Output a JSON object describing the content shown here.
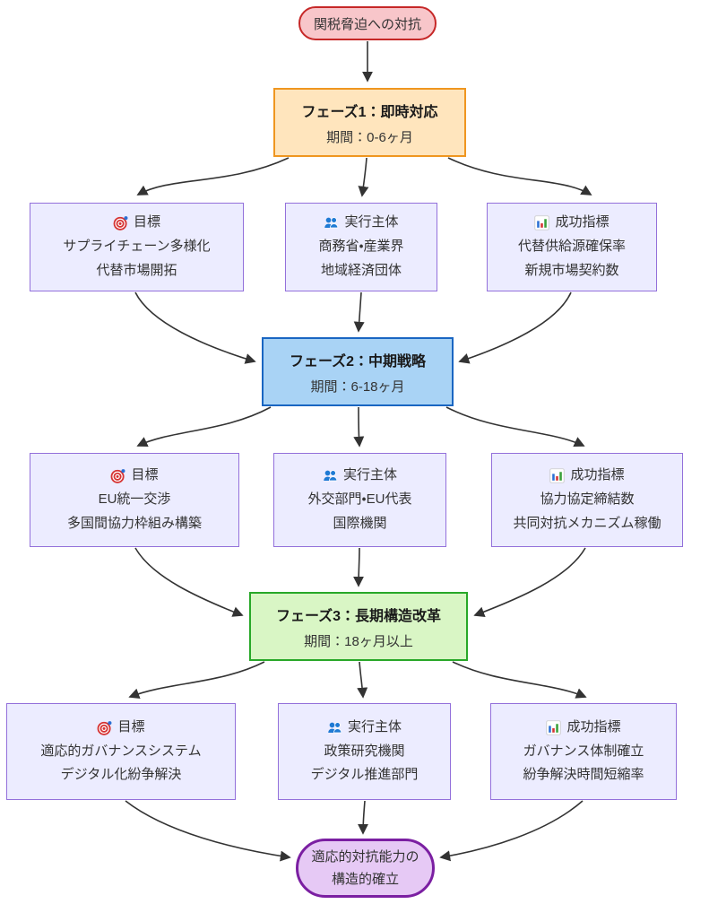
{
  "start_node": {
    "label": "関税脅迫への対抗"
  },
  "phases": [
    {
      "title": "フェーズ1：即時対応",
      "period": "期間：0-6ヶ月",
      "fill": "#ffe5bd",
      "stroke": "#ef9620",
      "goal": {
        "icon": "target-icon",
        "heading": "目標",
        "lines": [
          "サプライチェーン多様化",
          "代替市場開拓"
        ]
      },
      "actor": {
        "icon": "users-icon",
        "heading": "実行主体",
        "lines": [
          "商務省・産業界",
          "地域経済団体"
        ]
      },
      "metric": {
        "icon": "bar-chart-icon",
        "heading": "成功指標",
        "lines": [
          "代替供給源確保率",
          "新規市場契約数"
        ]
      }
    },
    {
      "title": "フェーズ2：中期戦略",
      "period": "期間：6-18ヶ月",
      "fill": "#a9d3f5",
      "stroke": "#1a66c2",
      "goal": {
        "icon": "target-icon",
        "heading": "目標",
        "lines": [
          "EU統一交渉",
          "多国間協力枠組み構築"
        ]
      },
      "actor": {
        "icon": "users-icon",
        "heading": "実行主体",
        "lines": [
          "外交部門・EU代表",
          "国際機関"
        ]
      },
      "metric": {
        "icon": "bar-chart-icon",
        "heading": "成功指標",
        "lines": [
          "協力協定締結数",
          "共同対抗メカニズム稼働"
        ]
      }
    },
    {
      "title": "フェーズ3：長期構造改革",
      "period": "期間：18ヶ月以上",
      "fill": "#d9f6c5",
      "stroke": "#28a828",
      "goal": {
        "icon": "target-icon",
        "heading": "目標",
        "lines": [
          "適応的ガバナンスシステム",
          "デジタル化紛争解決"
        ]
      },
      "actor": {
        "icon": "users-icon",
        "heading": "実行主体",
        "lines": [
          "政策研究機関",
          "デジタル推進部門"
        ]
      },
      "metric": {
        "icon": "bar-chart-icon",
        "heading": "成功指標",
        "lines": [
          "ガバナンス体制確立",
          "紛争解決時間短縮率"
        ]
      }
    }
  ],
  "end_node": {
    "lines": [
      "適応的対抗能力の",
      "構造的確立"
    ]
  },
  "colors": {
    "start_fill": "#f8c6ca",
    "start_stroke": "#c62828",
    "detail_fill": "#ececff",
    "detail_stroke": "#9370db",
    "end_fill": "#e6c9f5",
    "end_stroke": "#7b1fa2",
    "edge": "#333333"
  }
}
